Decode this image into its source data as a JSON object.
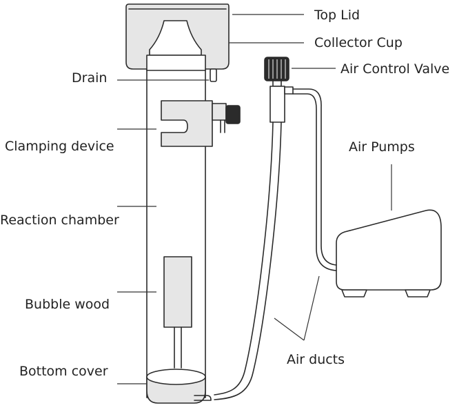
{
  "labels": {
    "top_lid": "Top Lid",
    "collector_cup": "Collector Cup",
    "drain": "Drain",
    "air_control_valve": "Air Control Valve",
    "clamping_device": "Clamping device",
    "air_pumps": "Air Pumps",
    "reaction_chamber": "Reaction chamber",
    "bubble_wood": "Bubble wood",
    "air_ducts": "Air ducts",
    "bottom_cover": "Bottom cover"
  },
  "colors": {
    "line": "#2a2a2a",
    "text": "#222222",
    "part_fill": "#e6e6e6",
    "knob_fill": "#2b2b2b",
    "background": "#ffffff"
  }
}
